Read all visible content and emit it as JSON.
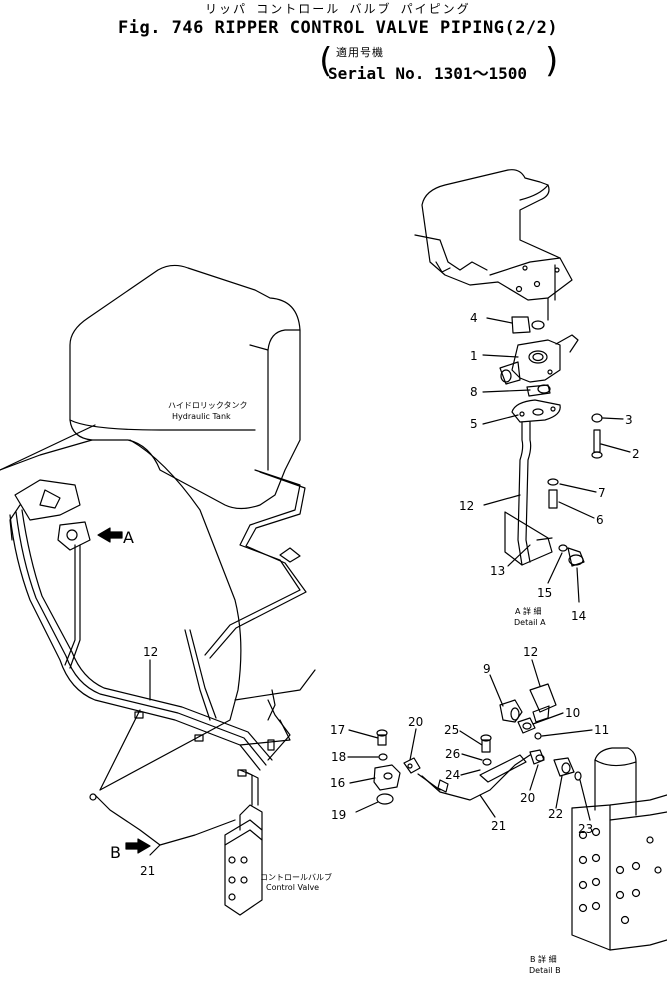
{
  "header": {
    "japanese_title": "リッパ コントロール バルブ パイピング",
    "title": "Fig. 746 RIPPER CONTROL VALVE PIPING(2/2)",
    "applicable_models_jp": "適用号機",
    "serial": "Serial No. 1301～1500"
  },
  "labels": {
    "hydraulic_tank_jp": "ハイドロリックタンク",
    "hydraulic_tank": "Hydraulic Tank",
    "control_valve_jp": "コントロールバルブ",
    "control_valve": "Control Valve",
    "detail_a_jp": "A 詳 細",
    "detail_a": "Detail A",
    "detail_b_jp": "B 詳 細",
    "detail_b": "Detail B",
    "arrow_a": "A",
    "arrow_b": "B"
  },
  "callouts": {
    "main_12": "12",
    "main_21": "21",
    "a_1": "1",
    "a_2": "2",
    "a_3": "3",
    "a_4": "4",
    "a_5": "5",
    "a_6": "6",
    "a_7": "7",
    "a_8": "8",
    "a_12": "12",
    "a_13": "13",
    "a_14": "14",
    "a_15": "15",
    "b_9": "9",
    "b_10": "10",
    "b_11": "11",
    "b_12": "12",
    "b_16": "16",
    "b_17": "17",
    "b_18": "18",
    "b_19": "19",
    "b_20a": "20",
    "b_20b": "20",
    "b_21": "21",
    "b_22": "22",
    "b_23": "23",
    "b_24": "24",
    "b_25": "25",
    "b_26": "26"
  }
}
